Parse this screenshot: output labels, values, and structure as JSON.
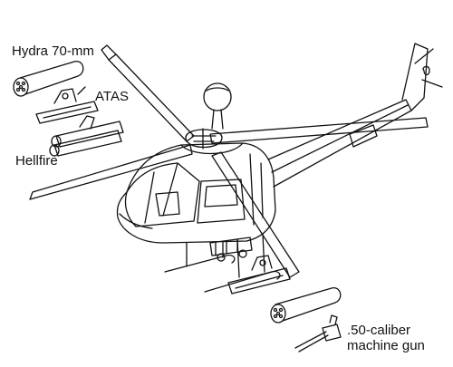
{
  "labels": {
    "hydra": "Hydra 70-mm",
    "atas": "ATAS",
    "hellfire": "Hellfire",
    "machine_gun_line1": ".50-caliber",
    "machine_gun_line2": "machine gun"
  },
  "colors": {
    "ink": "#111111",
    "paper": "#ffffff"
  }
}
